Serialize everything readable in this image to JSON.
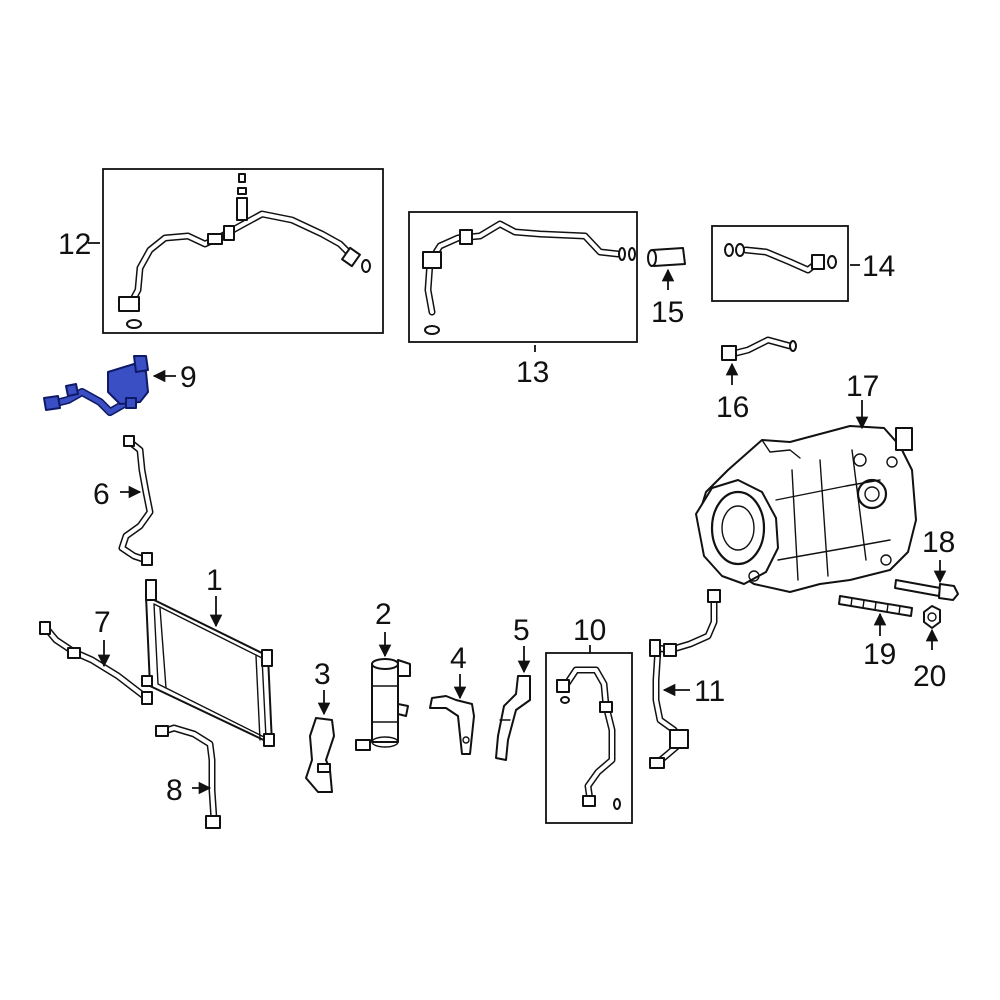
{
  "callouts": {
    "c1": "1",
    "c2": "2",
    "c3": "3",
    "c4": "4",
    "c5": "5",
    "c6": "6",
    "c7": "7",
    "c8": "8",
    "c9": "9",
    "c10": "10",
    "c11": "11",
    "c12": "12",
    "c13": "13",
    "c14": "14",
    "c15": "15",
    "c16": "16",
    "c17": "17",
    "c18": "18",
    "c19": "19",
    "c20": "20"
  },
  "colors": {
    "highlight": "#3b4fc4",
    "highlight_outline": "#0f1a66",
    "line": "#111111",
    "background": "#ffffff"
  },
  "highlighted_part": "9"
}
